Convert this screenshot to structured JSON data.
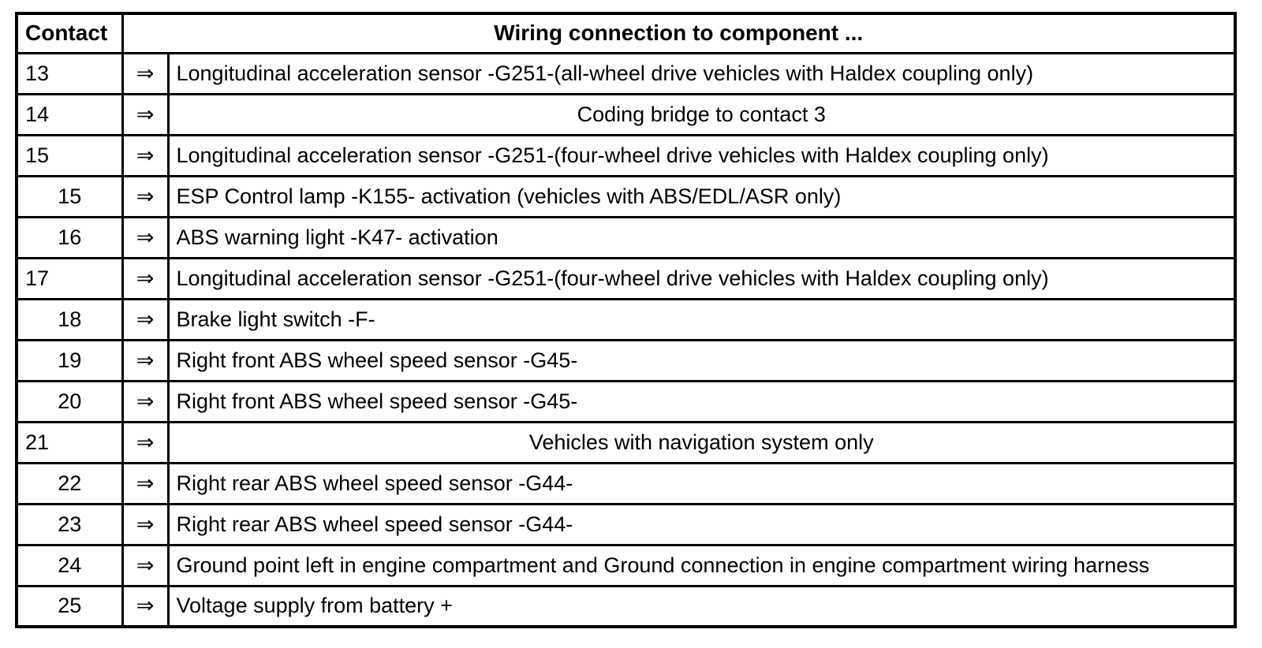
{
  "table": {
    "header": {
      "contact": "Contact",
      "wiring": "Wiring connection to component ..."
    },
    "arrow": "⇒",
    "colors": {
      "border": "#000000",
      "background": "#ffffff",
      "text": "#000000"
    },
    "rows": [
      {
        "contact": "13",
        "contact_align": "left",
        "desc": "Longitudinal acceleration sensor -G251-(all-wheel drive vehicles with Haldex coupling only)",
        "desc_align": "left"
      },
      {
        "contact": "14",
        "contact_align": "left",
        "desc": "Coding bridge to contact 3",
        "desc_align": "center"
      },
      {
        "contact": "15",
        "contact_align": "left",
        "desc": "Longitudinal acceleration sensor -G251-(four-wheel drive vehicles with Haldex coupling only)",
        "desc_align": "left"
      },
      {
        "contact": "15",
        "contact_align": "center",
        "desc": "ESP Control lamp -K155- activation (vehicles with ABS/EDL/ASR only)",
        "desc_align": "left"
      },
      {
        "contact": "16",
        "contact_align": "center",
        "desc": "ABS warning light -K47- activation",
        "desc_align": "left"
      },
      {
        "contact": "17",
        "contact_align": "left",
        "desc": "Longitudinal acceleration sensor -G251-(four-wheel drive vehicles with Haldex coupling only)",
        "desc_align": "left"
      },
      {
        "contact": "18",
        "contact_align": "center",
        "desc": "Brake light switch -F-",
        "desc_align": "left"
      },
      {
        "contact": "19",
        "contact_align": "center",
        "desc": "Right front ABS wheel speed sensor -G45-",
        "desc_align": "left"
      },
      {
        "contact": "20",
        "contact_align": "center",
        "desc": "Right front ABS wheel speed sensor -G45-",
        "desc_align": "left"
      },
      {
        "contact": "21",
        "contact_align": "left",
        "desc": "Vehicles with navigation system only",
        "desc_align": "center"
      },
      {
        "contact": "22",
        "contact_align": "center",
        "desc": "Right rear ABS wheel speed sensor -G44-",
        "desc_align": "left"
      },
      {
        "contact": "23",
        "contact_align": "center",
        "desc": "Right rear ABS wheel speed sensor -G44-",
        "desc_align": "left"
      },
      {
        "contact": "24",
        "contact_align": "center",
        "desc": "Ground point left in engine compartment and Ground connection in engine compartment wiring harness",
        "desc_align": "left"
      },
      {
        "contact": "25",
        "contact_align": "center",
        "desc": "Voltage supply from battery +",
        "desc_align": "left"
      }
    ]
  }
}
